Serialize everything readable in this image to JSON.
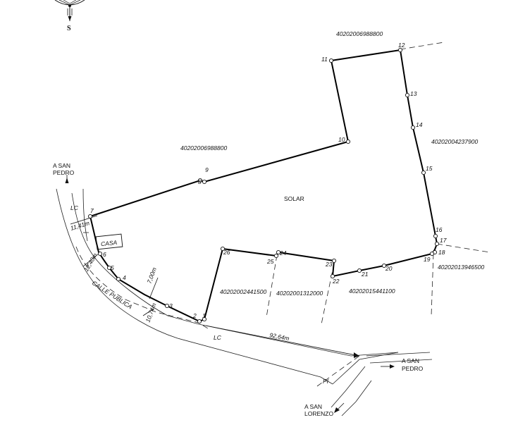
{
  "compass": {
    "letter": "S"
  },
  "points": [
    {
      "id": "1",
      "label": "1"
    },
    {
      "id": "2",
      "label": "2"
    },
    {
      "id": "3",
      "label": "3"
    },
    {
      "id": "4",
      "label": "4"
    },
    {
      "id": "5",
      "label": "5"
    },
    {
      "id": "6",
      "label": "6"
    },
    {
      "id": "7",
      "label": "7"
    },
    {
      "id": "8",
      "label": "8"
    },
    {
      "id": "9",
      "label": "9"
    },
    {
      "id": "10",
      "label": "10"
    },
    {
      "id": "11",
      "label": "11"
    },
    {
      "id": "12",
      "label": "12"
    },
    {
      "id": "13",
      "label": "13"
    },
    {
      "id": "14",
      "label": "14"
    },
    {
      "id": "15",
      "label": "15"
    },
    {
      "id": "16",
      "label": "16"
    },
    {
      "id": "17",
      "label": "17"
    },
    {
      "id": "18",
      "label": "18"
    },
    {
      "id": "19",
      "label": "19"
    },
    {
      "id": "20",
      "label": "20"
    },
    {
      "id": "21",
      "label": "21"
    },
    {
      "id": "22",
      "label": "22"
    },
    {
      "id": "23",
      "label": "23"
    },
    {
      "id": "24",
      "label": "24"
    },
    {
      "id": "25",
      "label": "25"
    },
    {
      "id": "26",
      "label": "26"
    }
  ],
  "parcels": {
    "top": "40202006988800",
    "left_upper": "40202006988800",
    "right": "40202004237900",
    "bottom_right": "40202013946500",
    "bottom_1": "40202002441500",
    "bottom_2": "40202001312000",
    "bottom_3": "40202015441100"
  },
  "labels": {
    "solar": "SOLAR",
    "casa": "CASA",
    "calle": "CALLE PUBLICA",
    "lc_top": "LC",
    "lc_bottom": "LC",
    "pi": "PI",
    "dist_11_41": "11,41m",
    "dist_12_40": "12,40m",
    "dist_7_00": "7,00m",
    "dist_10_74": "10,74m",
    "dist_92_64": "92,64m",
    "to_san_pedro_top_1": "A SAN",
    "to_san_pedro_top_2": "PEDRO",
    "to_san_pedro_right_1": "A SAN",
    "to_san_pedro_right_2": "PEDRO",
    "to_san_lorenzo_1": "A SAN",
    "to_san_lorenzo_2": "LORENZO"
  },
  "colors": {
    "ink": "#111111",
    "background": "#ffffff"
  }
}
